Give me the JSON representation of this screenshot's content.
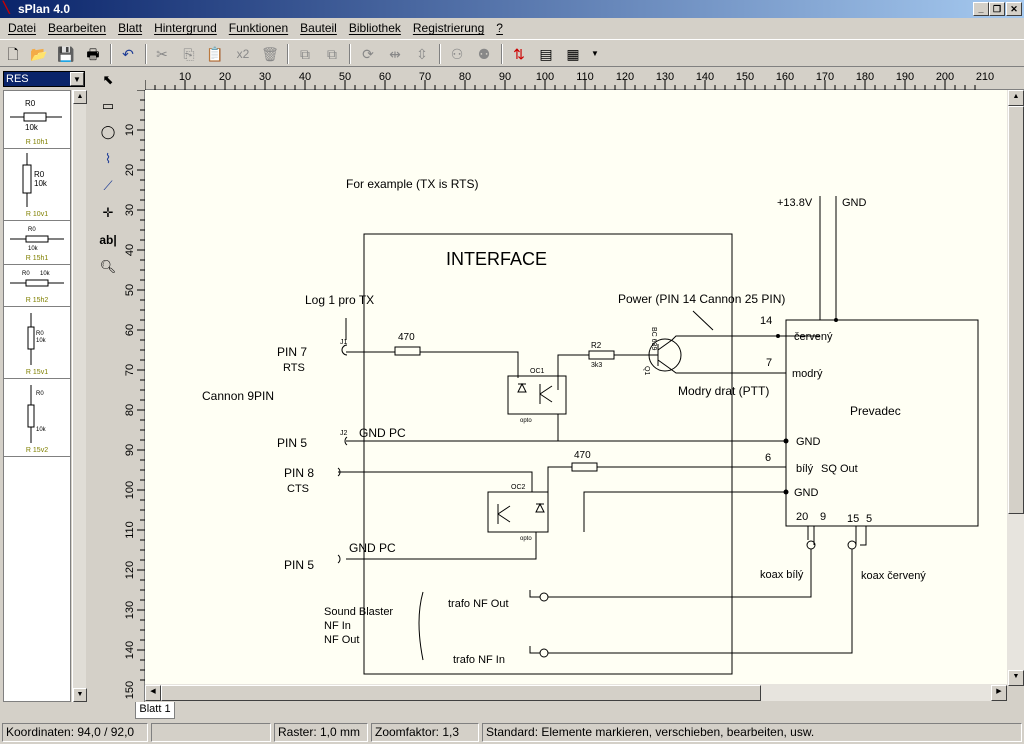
{
  "window": {
    "title": "sPlan 4.0"
  },
  "menu": [
    "Datei",
    "Bearbeiten",
    "Blatt",
    "Hintergrund",
    "Funktionen",
    "Bauteil",
    "Bibliothek",
    "Registrierung",
    "?"
  ],
  "toolbar": {
    "multiply_label": "x2"
  },
  "library": {
    "selected": "RES",
    "parts": [
      {
        "name": "R 10h1",
        "ref": "R0",
        "value": "10k"
      },
      {
        "name": "R 10v1",
        "ref": "R0",
        "value": "10k"
      },
      {
        "name": "R 15h1",
        "ref": "R0",
        "value": "10k"
      },
      {
        "name": "R 15h2",
        "ref": "R0",
        "value": "10k"
      },
      {
        "name": "R 15v1",
        "ref": "R0",
        "value": "10k"
      },
      {
        "name": "R 15v2",
        "ref": "R0",
        "value": "10k"
      }
    ]
  },
  "tools": {
    "text_tool_label": "ab|"
  },
  "ruler": {
    "h_ticks": [
      "10",
      "20",
      "30",
      "40",
      "50",
      "60",
      "70",
      "80",
      "90",
      "100",
      "110",
      "120",
      "130",
      "140",
      "150",
      "160",
      "170",
      "180",
      "190",
      "200",
      "210"
    ],
    "v_ticks": [
      "10",
      "20",
      "30",
      "40",
      "50",
      "60",
      "70",
      "80",
      "90",
      "100",
      "110",
      "120",
      "130",
      "140",
      "150"
    ]
  },
  "schematic": {
    "example_note": "For example (TX is RTS)",
    "interface_title": "INTERFACE",
    "log_label": "Log 1 pro TX",
    "power_label": "Power (PIN 14 Cannon 25 PIN)",
    "pin7": "PIN 7",
    "rts": "RTS",
    "cannon9": "Cannon 9PIN",
    "pin5_top": "PIN 5",
    "gnd_pc_top": "GND PC",
    "pin8": "PIN 8",
    "cts": "CTS",
    "pin5_bottom": "PIN 5",
    "gnd_pc_bottom": "GND PC",
    "j1": "J1",
    "j2": "J2",
    "r1_value": "470",
    "r2_ref": "R2",
    "r2_value": "3k3",
    "r3_value": "470",
    "oc1": "OC1",
    "opto": "opto",
    "oc2": "OC2",
    "opto2": "opto",
    "transistor": "BC 639",
    "transistor_ref": "Q1",
    "modry_drat": "Modry drat (PTT)",
    "supply": "+13.8V",
    "gnd_top": "GND",
    "prevadec": "Prevadec",
    "pin14": "14",
    "pin7r": "7",
    "pin6": "6",
    "pins_bottom": [
      "20",
      "9",
      "15",
      "5"
    ],
    "cerveny": "červený",
    "modry": "modrý",
    "gnd_r1": "GND",
    "bily": "bílý",
    "sq_out": "SQ Out",
    "gnd_r2": "GND",
    "koax_bily": "koax bílý",
    "koax_cerveny": "koax červený",
    "sound_blaster": "Sound Blaster",
    "nf_in": "NF In",
    "nf_out": "NF Out",
    "trafo_out": "trafo NF Out",
    "trafo_in": "trafo NF In"
  },
  "sheet_tab": "Blatt 1",
  "status": {
    "coords": "Koordinaten: 94,0 / 92,0",
    "empty": "",
    "raster": "Raster: 1,0 mm",
    "zoom": "Zoomfaktor: 1,3",
    "mode": "Standard: Elemente markieren, verschieben, bearbeiten, usw."
  }
}
